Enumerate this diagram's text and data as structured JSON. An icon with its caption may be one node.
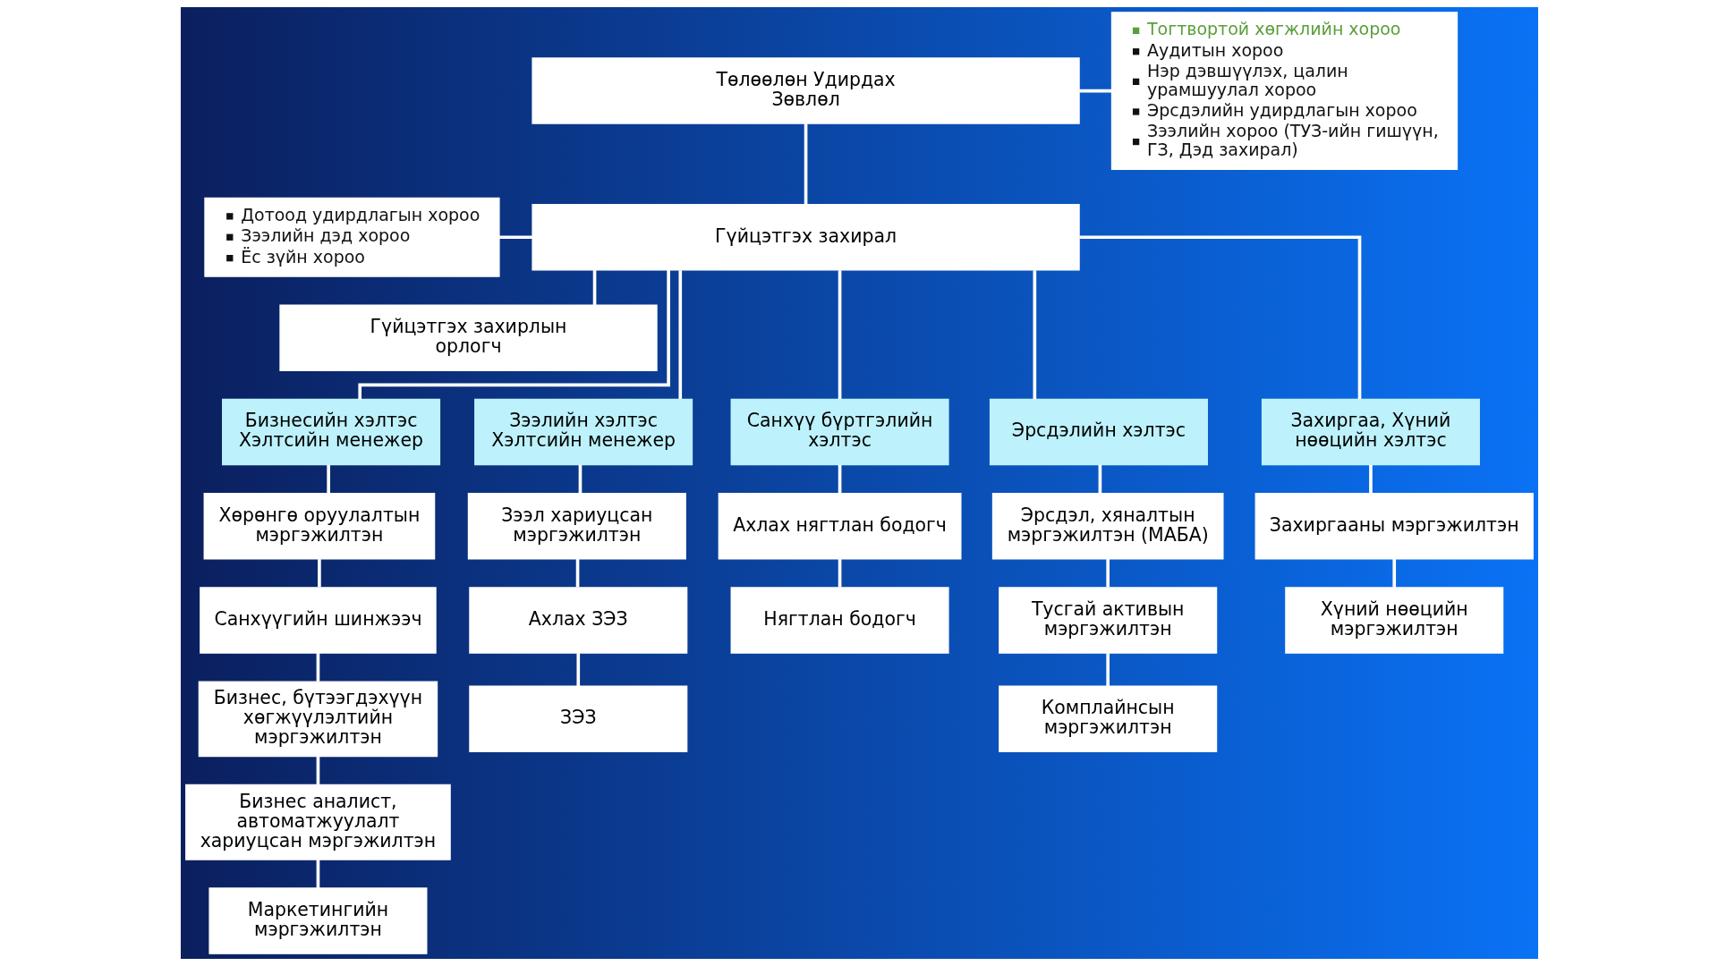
{
  "diagram": {
    "nodes": [
      {
        "text": [
          "Төлөөлөн Удирдах Зөвлөл"
        ]
      },
      {
        "text": [
          "Тогтвортой хөгжлийн хороо",
          "Аудитын хороо",
          "Нэр дэвшүүлэх, цалин урамшуулал хороо",
          "Эрсдэлийн удирдлагын хороо",
          "Зээлийн хороо (ТУЗ-ийн гишүүн, ГЗ, Дэд захирал)"
        ]
      },
      {
        "text": [
          "Гүйцэтгэх захирал"
        ]
      },
      {
        "text": [
          "Дотоод удирдлагын хороо",
          "Зээлийн дэд хороо",
          "Ёс зүйн хороо"
        ]
      },
      {
        "text": [
          "Гүйцэтгэх захирлын орлогч"
        ]
      },
      {
        "text": [
          "Бизнесийн хэлтэс Хэлтсийн менежер"
        ]
      },
      {
        "text": [
          "Хөрөнгө оруулалтын мэргэжилтэн"
        ]
      },
      {
        "text": [
          "Санхүүгийн шинжээч"
        ]
      },
      {
        "text": [
          "Бизнес, бүтээгдэхүүн хөгжүүлэлтийн мэргэжилтэн"
        ]
      },
      {
        "text": [
          "Бизнес аналист, автоматжуулалт хариуцсан мэргэжилтэн"
        ]
      },
      {
        "text": [
          "Маркетингийн мэргэжилтэн"
        ]
      },
      {
        "text": [
          "Зээлийн хэлтэс Хэлтсийн менежер"
        ]
      },
      {
        "text": [
          "Зээл хариуцсан мэргэжилтэн"
        ]
      },
      {
        "text": [
          "Ахлах ЗЭЗ"
        ]
      },
      {
        "text": [
          "ЗЭЗ"
        ]
      },
      {
        "text": [
          "Санхүү бүртгэлийн хэлтэс"
        ]
      },
      {
        "text": [
          "Ахлах нягтлан бодогч"
        ]
      },
      {
        "text": [
          "Нягтлан бодогч"
        ]
      },
      {
        "text": [
          "Эрсдэлийн хэлтэс"
        ]
      },
      {
        "text": [
          "Эрсдэл, хяналтын мэргэжилтэн (МАБА)"
        ]
      },
      {
        "text": [
          "Тусгай активын мэргэжилтэн"
        ]
      },
      {
        "text": [
          "Комплайнсын мэргэжилтэн"
        ]
      },
      {
        "text": [
          "Захиргаа, Хүний нөөцийн хэлтэс"
        ]
      },
      {
        "text": [
          "Захиргааны мэргэжилтэн"
        ]
      },
      {
        "text": [
          "Хүний нөөцийн мэргэжилтэн"
        ]
      }
    ],
    "edges": [
      {
        "from": 0,
        "to": 1,
        "arrow": "none"
      },
      {
        "from": 0,
        "to": 2,
        "arrow": "none"
      },
      {
        "from": 3,
        "to": 2,
        "arrow": "none"
      },
      {
        "from": 2,
        "to": 4,
        "arrow": "none"
      },
      {
        "from": 2,
        "to": 5,
        "arrow": "none"
      },
      {
        "from": 2,
        "to": 11,
        "arrow": "none"
      },
      {
        "from": 2,
        "to": 15,
        "arrow": "none"
      },
      {
        "from": 2,
        "to": 18,
        "arrow": "none"
      },
      {
        "from": 2,
        "to": 22,
        "arrow": "none"
      },
      {
        "from": 5,
        "to": 6,
        "arrow": "none"
      },
      {
        "from": 6,
        "to": 7,
        "arrow": "none"
      },
      {
        "from": 7,
        "to": 8,
        "arrow": "none"
      },
      {
        "from": 8,
        "to": 9,
        "arrow": "none"
      },
      {
        "from": 9,
        "to": 10,
        "arrow": "none"
      },
      {
        "from": 11,
        "to": 12,
        "arrow": "none"
      },
      {
        "from": 12,
        "to": 13,
        "arrow": "none"
      },
      {
        "from": 13,
        "to": 14,
        "arrow": "none"
      },
      {
        "from": 15,
        "to": 16,
        "arrow": "none"
      },
      {
        "from": 16,
        "to": 17,
        "arrow": "none"
      },
      {
        "from": 18,
        "to": 19,
        "arrow": "none"
      },
      {
        "from": 19,
        "to": 20,
        "arrow": "none"
      },
      {
        "from": 20,
        "to": 21,
        "arrow": "none"
      },
      {
        "from": 22,
        "to": 23,
        "arrow": "none"
      },
      {
        "from": 23,
        "to": 24,
        "arrow": "none"
      }
    ]
  }
}
